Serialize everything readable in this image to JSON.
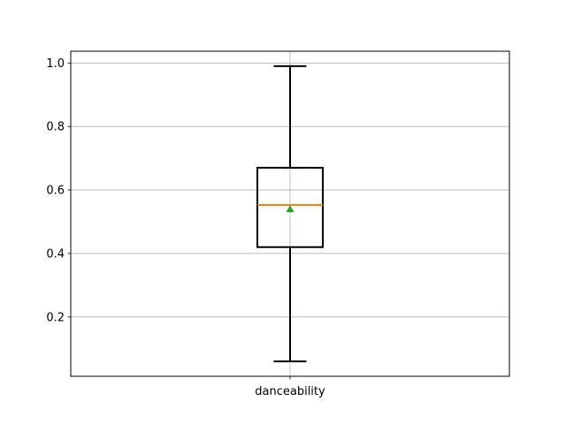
{
  "chart_data": {
    "type": "box",
    "categories": [
      "danceability"
    ],
    "series": [
      {
        "name": "",
        "whisker_low": 0.06,
        "q1": 0.42,
        "median": 0.553,
        "q3": 0.67,
        "whisker_high": 0.99,
        "mean": 0.54
      }
    ],
    "title": "",
    "xlabel": "",
    "ylabel": "",
    "ylim": [
      0.013,
      1.037
    ],
    "yticks": [
      0.2,
      0.4,
      0.6,
      0.8,
      1.0
    ],
    "ytick_labels": [
      "0.2",
      "0.4",
      "0.6",
      "0.8",
      "1.0"
    ],
    "grid": true,
    "colors": {
      "box": "#000000",
      "median": "#ff7f0e",
      "mean_marker": "#2ca02c",
      "grid": "#b0b0b0"
    }
  }
}
